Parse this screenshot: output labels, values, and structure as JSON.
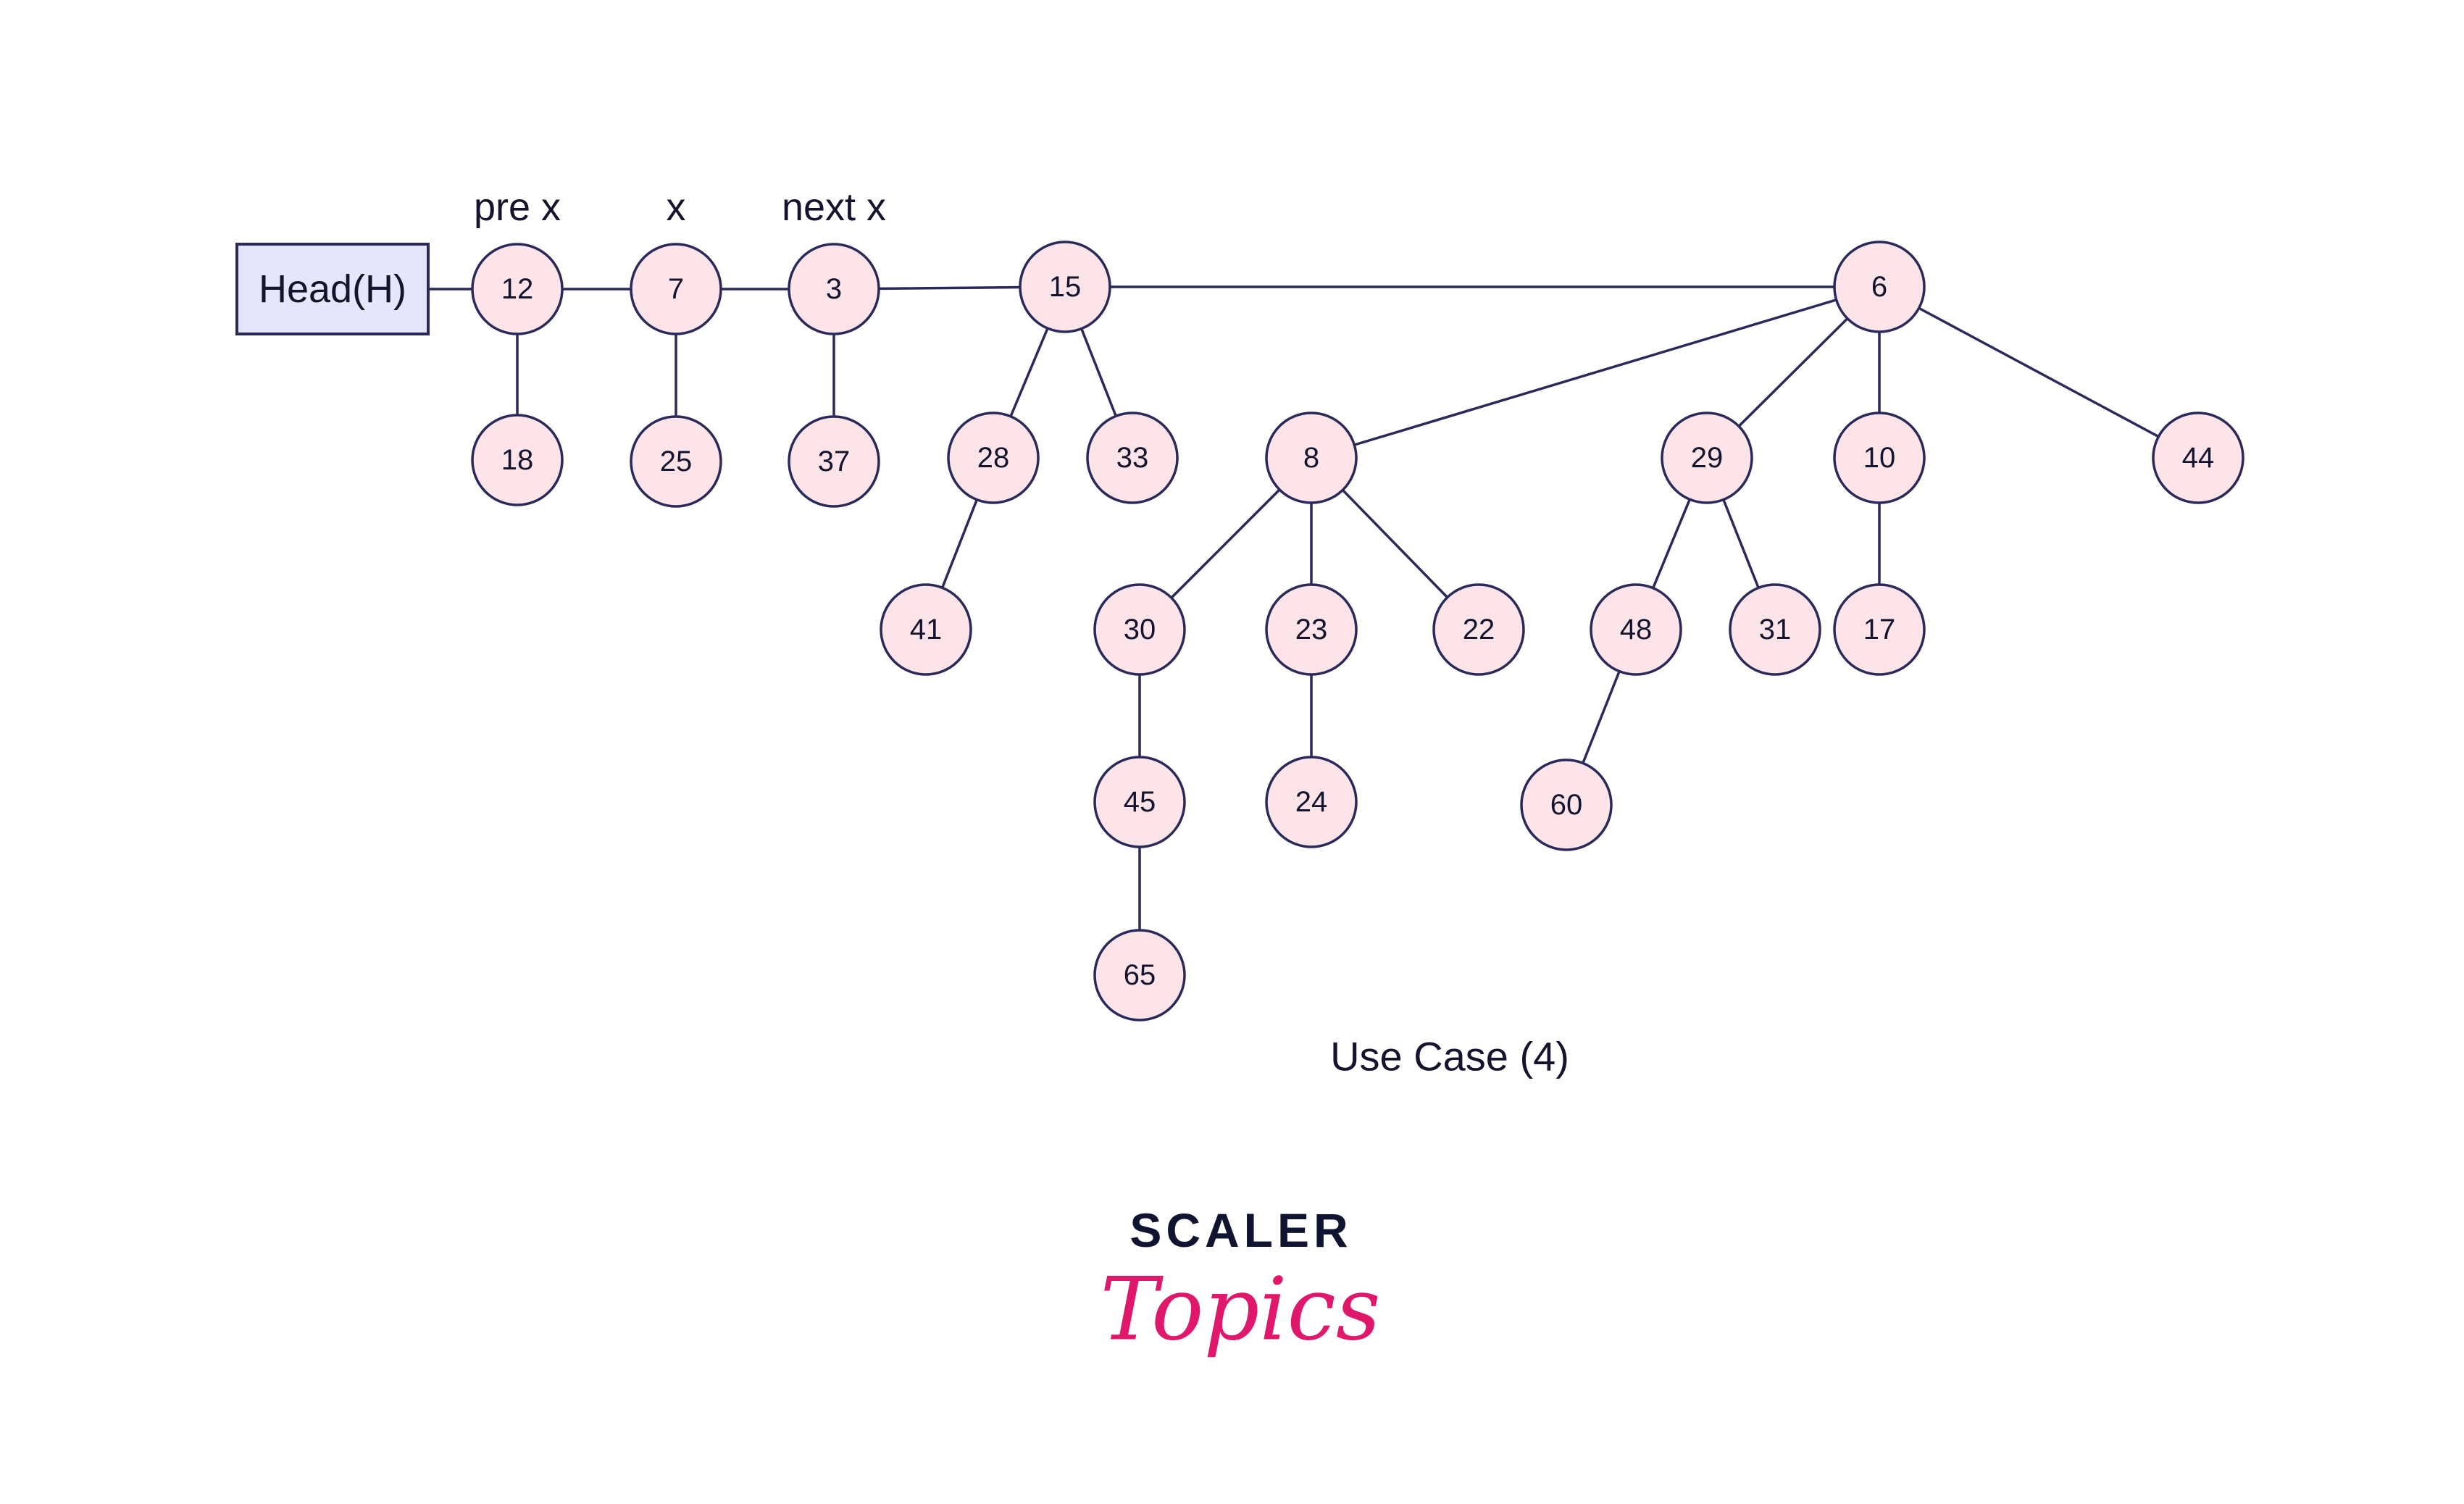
{
  "head": {
    "label": "Head(H)"
  },
  "pointers": {
    "pre": "pre x",
    "x": "x",
    "next": "next x"
  },
  "caption": "Use Case (4)",
  "logo": {
    "line1": "SCALER",
    "line2": "Topics",
    "accent_color": "#e0186c",
    "text_color": "#0f1430"
  },
  "colors": {
    "node_fill": "#fde4e8",
    "stroke": "#2a2a5a",
    "head_fill": "#e6e6fb"
  },
  "nodes": [
    {
      "id": "n12",
      "label": "12"
    },
    {
      "id": "n7",
      "label": "7"
    },
    {
      "id": "n3",
      "label": "3"
    },
    {
      "id": "n15",
      "label": "15"
    },
    {
      "id": "n6",
      "label": "6"
    },
    {
      "id": "n18",
      "label": "18"
    },
    {
      "id": "n25",
      "label": "25"
    },
    {
      "id": "n37",
      "label": "37"
    },
    {
      "id": "n28",
      "label": "28"
    },
    {
      "id": "n33",
      "label": "33"
    },
    {
      "id": "n8",
      "label": "8"
    },
    {
      "id": "n29",
      "label": "29"
    },
    {
      "id": "n10",
      "label": "10"
    },
    {
      "id": "n44",
      "label": "44"
    },
    {
      "id": "n41",
      "label": "41"
    },
    {
      "id": "n30",
      "label": "30"
    },
    {
      "id": "n23",
      "label": "23"
    },
    {
      "id": "n22",
      "label": "22"
    },
    {
      "id": "n48",
      "label": "48"
    },
    {
      "id": "n31",
      "label": "31"
    },
    {
      "id": "n17",
      "label": "17"
    },
    {
      "id": "n45",
      "label": "45"
    },
    {
      "id": "n24",
      "label": "24"
    },
    {
      "id": "n60",
      "label": "60"
    },
    {
      "id": "n65",
      "label": "65"
    }
  ],
  "edges": [
    [
      "head",
      "n12"
    ],
    [
      "n12",
      "n7"
    ],
    [
      "n7",
      "n3"
    ],
    [
      "n3",
      "n15"
    ],
    [
      "n15",
      "n6"
    ],
    [
      "n12",
      "n18"
    ],
    [
      "n7",
      "n25"
    ],
    [
      "n3",
      "n37"
    ],
    [
      "n15",
      "n28"
    ],
    [
      "n15",
      "n33"
    ],
    [
      "n28",
      "n41"
    ],
    [
      "n6",
      "n8"
    ],
    [
      "n6",
      "n29"
    ],
    [
      "n6",
      "n10"
    ],
    [
      "n6",
      "n44"
    ],
    [
      "n8",
      "n30"
    ],
    [
      "n8",
      "n23"
    ],
    [
      "n8",
      "n22"
    ],
    [
      "n30",
      "n45"
    ],
    [
      "n45",
      "n65"
    ],
    [
      "n23",
      "n24"
    ],
    [
      "n29",
      "n48"
    ],
    [
      "n29",
      "n31"
    ],
    [
      "n48",
      "n60"
    ],
    [
      "n10",
      "n17"
    ]
  ]
}
